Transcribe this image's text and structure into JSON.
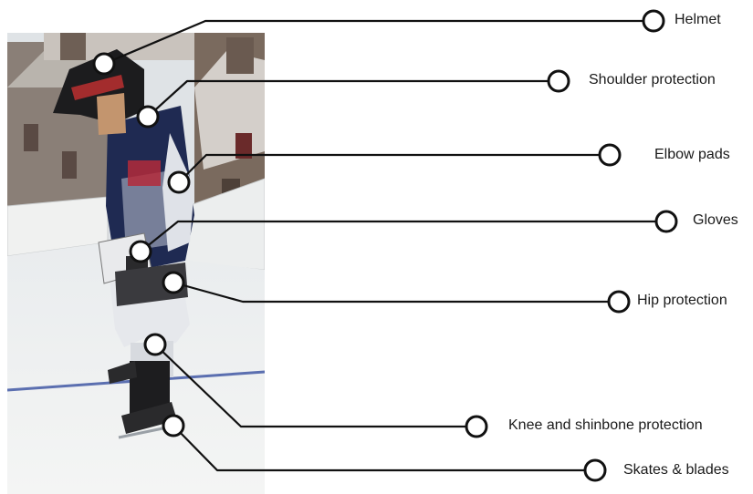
{
  "callouts": [
    {
      "id": "helmet",
      "label": "Helmet"
    },
    {
      "id": "shoulder",
      "label": "Shoulder protection"
    },
    {
      "id": "elbow",
      "label": "Elbow pads"
    },
    {
      "id": "gloves",
      "label": "Gloves"
    },
    {
      "id": "hip",
      "label": "Hip protection"
    },
    {
      "id": "knee",
      "label": "Knee and shinbone protection"
    },
    {
      "id": "skates",
      "label": "Skates & blades"
    }
  ],
  "colors": {
    "line": "#111111",
    "marker_fill": "#ffffff",
    "text": "#1a1a1a"
  }
}
